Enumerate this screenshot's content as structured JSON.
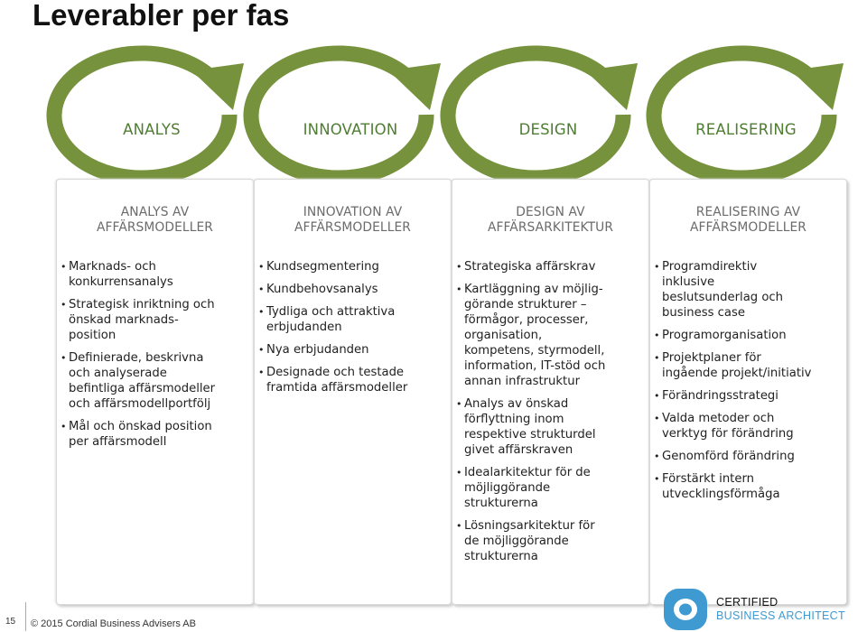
{
  "title": "Leverabler per fas",
  "colors": {
    "cycle_green": "#76923c",
    "phase_text": "#4f7d33",
    "column_title": "#6b6b6b",
    "logo_blue": "#3e9ad1"
  },
  "phases": [
    {
      "label": "ANALYS"
    },
    {
      "label": "INNOVATION"
    },
    {
      "label": "DESIGN"
    },
    {
      "label": "REALISERING"
    }
  ],
  "columns": [
    {
      "title_line1": "ANALYS AV",
      "title_line2": "AFFÄRSMODELLER",
      "bullets": [
        "Marknads- och\nkonkurrensanalys",
        "Strategisk inriktning och\nönskad marknads-\nposition",
        "Definierade, beskrivna\noch analyserade\nbefintliga affärsmodeller\noch affärsmodellportfölj",
        "Mål och önskad position\nper affärsmodell"
      ]
    },
    {
      "title_line1": "INNOVATION AV",
      "title_line2": "AFFÄRSMODELLER",
      "bullets": [
        "Kundsegmentering",
        "Kundbehovsanalys",
        "Tydliga och attraktiva\nerbjudanden",
        "Nya erbjudanden",
        "Designade och testade\nframtida affärsmodeller"
      ]
    },
    {
      "title_line1": "DESIGN AV",
      "title_line2": "AFFÄRSARKITEKTUR",
      "bullets": [
        "Strategiska affärskrav",
        "Kartläggning av möjlig-\ngörande strukturer –\nförmågor, processer,\norganisation,\nkompetens, styrmodell,\ninformation, IT-stöd och\nannan infrastruktur",
        "Analys av önskad\nförflyttning inom\nrespektive strukturdel\ngivet affärskraven",
        "Idealarkitektur för de\nmöjliggörande\nstrukturerna",
        "Lösningsarkitektur för\nde möjliggörande\nstrukturerna"
      ]
    },
    {
      "title_line1": "REALISERING AV",
      "title_line2": "AFFÄRSMODELLER",
      "bullets": [
        "Programdirektiv\ninklusive\nbeslutsunderlag och\nbusiness case",
        "Programorganisation",
        "Projektplaner för\ningående projekt/initiativ",
        "Förändringsstrategi",
        "Valda metoder och\nverktyg för förändring",
        "Genomförd förändring",
        "Förstärkt intern\nutvecklingsförmåga"
      ]
    }
  ],
  "footer": {
    "page_number": "15",
    "copyright": "© 2015 Cordial Business Advisers AB",
    "cert_line1": "CERTIFIED",
    "cert_line2": "BUSINESS ARCHITECT"
  }
}
